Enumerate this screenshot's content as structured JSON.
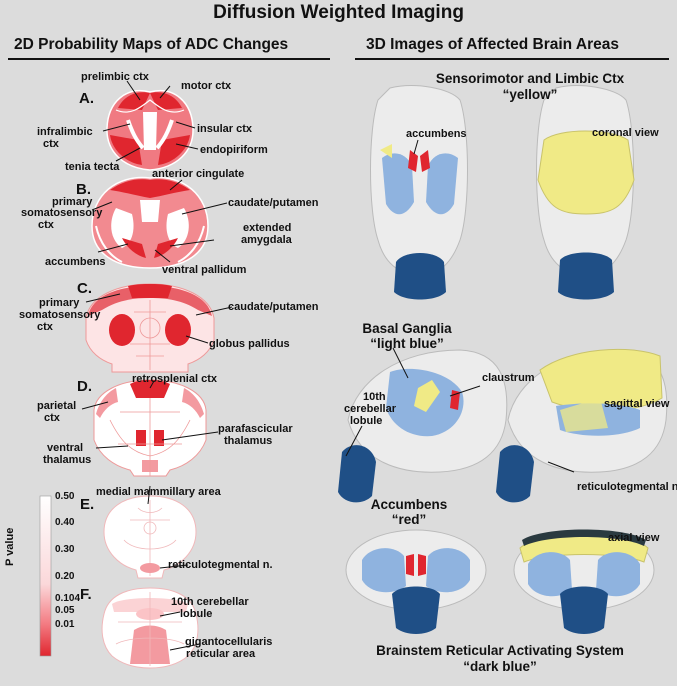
{
  "title": "Diffusion Weighted Imaging",
  "left_header": "2D Probability Maps of ADC Changes",
  "right_header": "3D Images of Affected Brain Areas",
  "panels": {
    "A": {
      "letter": "A.",
      "labels": {
        "prelimbic": "prelimbic ctx",
        "motor": "motor ctx",
        "infralimbic1": "infralimbic",
        "infralimbic2": "ctx",
        "insular": "insular ctx",
        "endopiriform": "endopiriform",
        "tenia": "tenia tecta"
      }
    },
    "B": {
      "letter": "B.",
      "labels": {
        "anterior_cingulate": "anterior cingulate",
        "primary1": "primary",
        "primary2": "somatosensory",
        "primary3": "ctx",
        "caudate": "caudate/putamen",
        "extended1": "extended",
        "extended2": "amygdala",
        "accumbens": "accumbens",
        "ventral_pallidum": "ventral pallidum"
      }
    },
    "C": {
      "letter": "C.",
      "labels": {
        "primary1": "primary",
        "primary2": "somatosensory",
        "primary3": "ctx",
        "caudate": "caudate/putamen",
        "globus": "globus pallidus"
      }
    },
    "D": {
      "letter": "D.",
      "labels": {
        "retrosplenial": "retrosplenial ctx",
        "parietal1": "parietal",
        "parietal2": "ctx",
        "parafascicular1": "parafascicular",
        "parafascicular2": "thalamus",
        "ventral1": "ventral",
        "ventral2": "thalamus"
      }
    },
    "E": {
      "letter": "E.",
      "labels": {
        "medial_mammillary": "medial mammillary area",
        "reticulotegmental": "reticulotegmental n."
      }
    },
    "F": {
      "letter": "F.",
      "labels": {
        "cerebellar1": "10th cerebellar",
        "cerebellar2": "lobule",
        "giganto1": "gigantocellularis",
        "giganto2": "reticular area"
      }
    }
  },
  "colorbar": {
    "title": "P value",
    "ticks": [
      "0.50",
      "0.40",
      "0.30",
      "0.20",
      "0.104",
      "0.05",
      "0.01"
    ],
    "top_color": "#ffffff",
    "bottom_color": "#e0262f"
  },
  "right_panel": {
    "sensorimotor_title": "Sensorimotor and Limbic Ctx",
    "sensorimotor_color": "“yellow”",
    "accumbens": "accumbens",
    "coronal_view": "coronal view",
    "basal_title": "Basal Ganglia",
    "basal_color": "“light blue”",
    "claustrum": "claustrum",
    "cerebellar1": "10th",
    "cerebellar2": "cerebellar",
    "cerebellar3": "lobule",
    "sagittal_view": "sagittal view",
    "reticulotegmental": "reticulotegmental n.",
    "accumbens_title": "Accumbens",
    "accumbens_color": "“red”",
    "axial_view": "axial view",
    "brainstem_title": "Brainstem Reticular Activating System",
    "brainstem_color": "“dark blue”"
  },
  "colors": {
    "background": "#dcdcdc",
    "red_region": "#e0262f",
    "pink_region": "#f5a0a4",
    "yellow_region": "#f0ea86",
    "light_blue_region": "#8fb3df",
    "dark_blue_region": "#1f4f86"
  }
}
